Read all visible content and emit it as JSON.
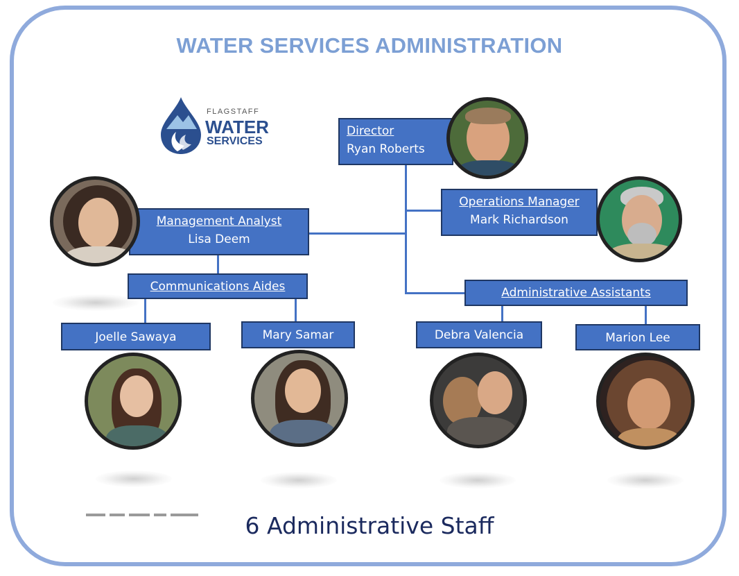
{
  "title": "WATER SERVICES ADMINISTRATION",
  "logo": {
    "line1": "FLAGSTAFF",
    "line2": "WATER",
    "line3": "SERVICES"
  },
  "nodes": {
    "director": {
      "role": "Director",
      "name": "Ryan Roberts"
    },
    "operations": {
      "role": "Operations Manager",
      "name": "Mark Richardson"
    },
    "analyst": {
      "role": "Management Analyst",
      "name": "Lisa Deem"
    },
    "comm_aides": {
      "role": "Communications Aides"
    },
    "admin_assistants": {
      "role": "Administrative Assistants"
    },
    "joelle": {
      "name": "Joelle Sawaya"
    },
    "mary": {
      "name": "Mary Samar"
    },
    "debra": {
      "name": "Debra Valencia"
    },
    "marion": {
      "name": "Marion Lee"
    }
  },
  "footer": "6 Administrative Staff",
  "colors": {
    "box": "#4472c4",
    "title": "#7c9fd4",
    "border": "#8faadc",
    "footer": "#1b2a5e"
  }
}
